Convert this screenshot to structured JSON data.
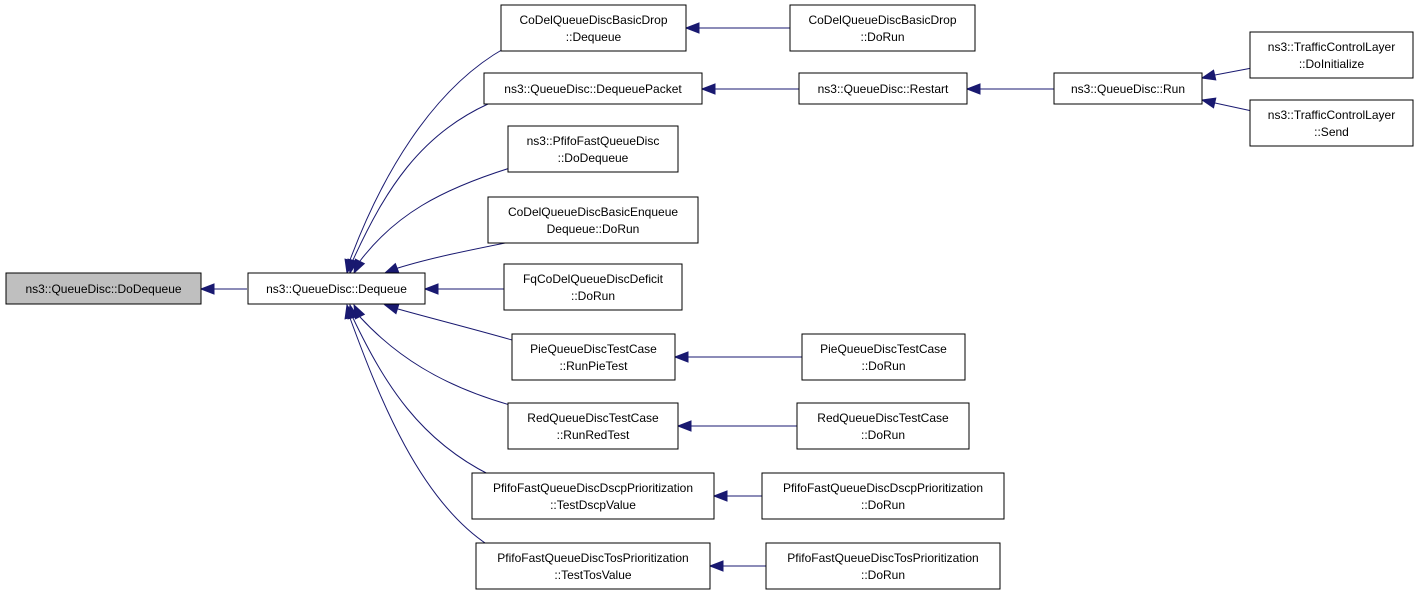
{
  "graph": {
    "title": "",
    "colors": {
      "edge": "#191970",
      "box_border": "#000000",
      "root_fill": "#bfbfbf",
      "box_fill": "#ffffff"
    },
    "nodes": [
      {
        "id": "dodequeue",
        "lines": [
          "ns3::QueueDisc::DoDequeue"
        ],
        "highlighted": true
      },
      {
        "id": "dequeue",
        "lines": [
          "ns3::QueueDisc::Dequeue"
        ]
      },
      {
        "id": "codel-basic-drop-dequeue",
        "lines": [
          "CoDelQueueDiscBasicDrop",
          "::Dequeue"
        ]
      },
      {
        "id": "dequeue-packet",
        "lines": [
          "ns3::QueueDisc::DequeuePacket"
        ]
      },
      {
        "id": "pfifo-dodequeue",
        "lines": [
          "ns3::PfifoFastQueueDisc",
          "::DoDequeue"
        ]
      },
      {
        "id": "codel-enqueue-dequeue-dorun",
        "lines": [
          "CoDelQueueDiscBasicEnqueue",
          "Dequeue::DoRun"
        ]
      },
      {
        "id": "fqcodel-deficit-dorun",
        "lines": [
          "FqCoDelQueueDiscDeficit",
          "::DoRun"
        ]
      },
      {
        "id": "pie-runpietest",
        "lines": [
          "PieQueueDiscTestCase",
          "::RunPieTest"
        ]
      },
      {
        "id": "red-runredtest",
        "lines": [
          "RedQueueDiscTestCase",
          "::RunRedTest"
        ]
      },
      {
        "id": "pfifo-dscp-testdscpvalue",
        "lines": [
          "PfifoFastQueueDiscDscpPrioritization",
          "::TestDscpValue"
        ]
      },
      {
        "id": "pfifo-tos-testtosvalue",
        "lines": [
          "PfifoFastQueueDiscTosPrioritization",
          "::TestTosValue"
        ]
      },
      {
        "id": "codel-basic-drop-dorun",
        "lines": [
          "CoDelQueueDiscBasicDrop",
          "::DoRun"
        ]
      },
      {
        "id": "restart",
        "lines": [
          "ns3::QueueDisc::Restart"
        ]
      },
      {
        "id": "pie-dorun",
        "lines": [
          "PieQueueDiscTestCase",
          "::DoRun"
        ]
      },
      {
        "id": "red-dorun",
        "lines": [
          "RedQueueDiscTestCase",
          "::DoRun"
        ]
      },
      {
        "id": "pfifo-dscp-dorun",
        "lines": [
          "PfifoFastQueueDiscDscpPrioritization",
          "::DoRun"
        ]
      },
      {
        "id": "pfifo-tos-dorun",
        "lines": [
          "PfifoFastQueueDiscTosPrioritization",
          "::DoRun"
        ]
      },
      {
        "id": "run",
        "lines": [
          "ns3::QueueDisc::Run"
        ]
      },
      {
        "id": "tcl-doinitialize",
        "lines": [
          "ns3::TrafficControlLayer",
          "::DoInitialize"
        ]
      },
      {
        "id": "tcl-send",
        "lines": [
          "ns3::TrafficControlLayer",
          "::Send"
        ]
      }
    ],
    "edges": [
      {
        "from": "dequeue",
        "to": "dodequeue"
      },
      {
        "from": "codel-basic-drop-dequeue",
        "to": "dequeue"
      },
      {
        "from": "dequeue-packet",
        "to": "dequeue"
      },
      {
        "from": "pfifo-dodequeue",
        "to": "dequeue"
      },
      {
        "from": "codel-enqueue-dequeue-dorun",
        "to": "dequeue"
      },
      {
        "from": "fqcodel-deficit-dorun",
        "to": "dequeue"
      },
      {
        "from": "pie-runpietest",
        "to": "dequeue"
      },
      {
        "from": "red-runredtest",
        "to": "dequeue"
      },
      {
        "from": "pfifo-dscp-testdscpvalue",
        "to": "dequeue"
      },
      {
        "from": "pfifo-tos-testtosvalue",
        "to": "dequeue"
      },
      {
        "from": "codel-basic-drop-dorun",
        "to": "codel-basic-drop-dequeue"
      },
      {
        "from": "restart",
        "to": "dequeue-packet"
      },
      {
        "from": "pie-dorun",
        "to": "pie-runpietest"
      },
      {
        "from": "red-dorun",
        "to": "red-runredtest"
      },
      {
        "from": "pfifo-dscp-dorun",
        "to": "pfifo-dscp-testdscpvalue"
      },
      {
        "from": "pfifo-tos-dorun",
        "to": "pfifo-tos-testtosvalue"
      },
      {
        "from": "run",
        "to": "restart"
      },
      {
        "from": "tcl-doinitialize",
        "to": "run"
      },
      {
        "from": "tcl-send",
        "to": "run"
      }
    ]
  }
}
